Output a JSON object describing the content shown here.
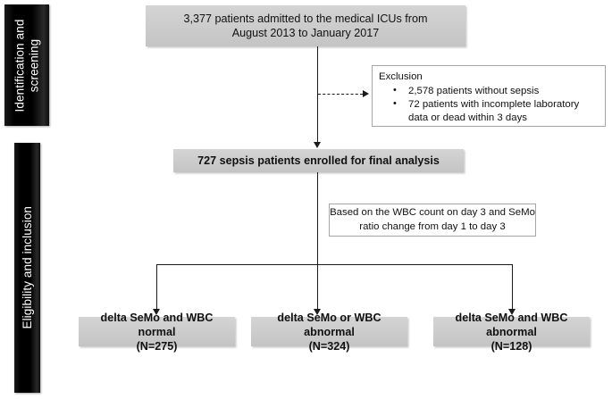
{
  "diagram": {
    "title": "Patient enrollment flow diagram",
    "phases": [
      {
        "id": "phase-identification",
        "label": "Identification and\nscreening"
      },
      {
        "id": "phase-eligibility",
        "label": "Eligibility and inclusion"
      }
    ],
    "nodes": {
      "admitted": {
        "label": "3,377 patients admitted to the medical ICUs from\nAugust 2013 to January 2017",
        "count": "3,377",
        "style": "grey"
      },
      "exclusion": {
        "title": "Exclusion",
        "items": [
          "2,578 patients without sepsis",
          "72 patients with incomplete laboratory\ndata or dead within 3 days"
        ],
        "style": "white"
      },
      "enrolled": {
        "label": "727 sepsis patients enrolled for final analysis",
        "count": "727",
        "style": "grey-bold"
      },
      "criteria": {
        "label": "Based on the WBC count on day 3 and SeMo\nratio change from day 1 to day 3",
        "style": "white"
      },
      "group_normal": {
        "label": "delta SeMo and  WBC normal\n(N=275)",
        "count": "275",
        "style": "grey-bold"
      },
      "group_or_abnormal": {
        "label": "delta SeMo or WBC abnormal\n(N=324)",
        "count": "324",
        "style": "grey-bold"
      },
      "group_and_abnormal": {
        "label": "delta SeMo and WBC abnormal\n(N=128)",
        "count": "128",
        "style": "grey-bold"
      }
    },
    "colors": {
      "box_fill": "#cdcdcd",
      "box_border": "#a6a6a6",
      "phase_bar": "#000000",
      "phase_text": "#ffffff",
      "connector": "#1a1a1a"
    }
  }
}
